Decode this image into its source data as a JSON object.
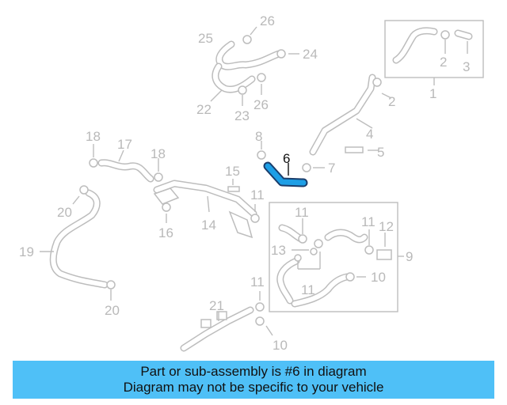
{
  "diagram": {
    "callouts": {
      "c1": "1",
      "c2a": "2",
      "c2b": "2",
      "c3": "3",
      "c4": "4",
      "c5": "5",
      "c6": "6",
      "c7": "7",
      "c8": "8",
      "c9": "9",
      "c10a": "10",
      "c10b": "10",
      "c11a": "11",
      "c11b": "11",
      "c11c": "11",
      "c11d": "11",
      "c11e": "11",
      "c12": "12",
      "c13": "13",
      "c14": "14",
      "c15": "15",
      "c16": "16",
      "c17": "17",
      "c18a": "18",
      "c18b": "18",
      "c19": "19",
      "c20a": "20",
      "c20b": "20",
      "c21": "21",
      "c22": "22",
      "c23": "23",
      "c24": "24",
      "c25": "25",
      "c26a": "26",
      "c26b": "26"
    },
    "highlight_color": "#1e9fe6",
    "line_color": "#bdbdbd"
  },
  "banner": {
    "line1": "Part or sub-assembly is #6 in diagram",
    "line2": "Diagram may not be specific to your vehicle",
    "background": "#4fc0f7"
  }
}
